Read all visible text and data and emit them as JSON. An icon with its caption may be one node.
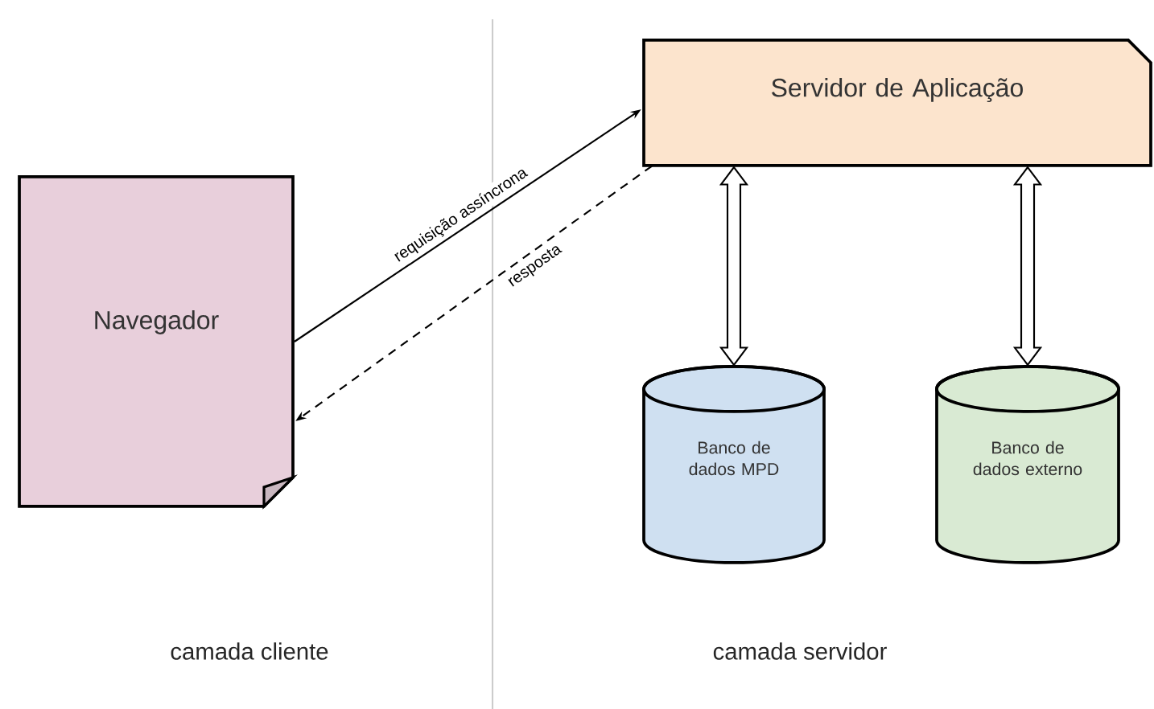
{
  "diagram": {
    "nodes": [
      {
        "text": [
          "Navegador"
        ]
      },
      {
        "text": [
          "Servidor de Aplicação"
        ]
      },
      {
        "text": [
          "Banco de dados MPD"
        ]
      },
      {
        "text": [
          "Banco de dados externo"
        ]
      }
    ],
    "edges": [
      {
        "from": 0,
        "to": 1,
        "arrow": "to",
        "label": "requisição assíncrona"
      },
      {
        "from": 1,
        "to": 0,
        "arrow": "to",
        "label": "resposta",
        "style": "dashed"
      },
      {
        "from": 1,
        "to": 2,
        "arrow": "both",
        "style": "thick"
      },
      {
        "from": 1,
        "to": 3,
        "arrow": "both",
        "style": "thick"
      }
    ],
    "labels": [
      "camada cliente",
      "camada servidor"
    ]
  }
}
